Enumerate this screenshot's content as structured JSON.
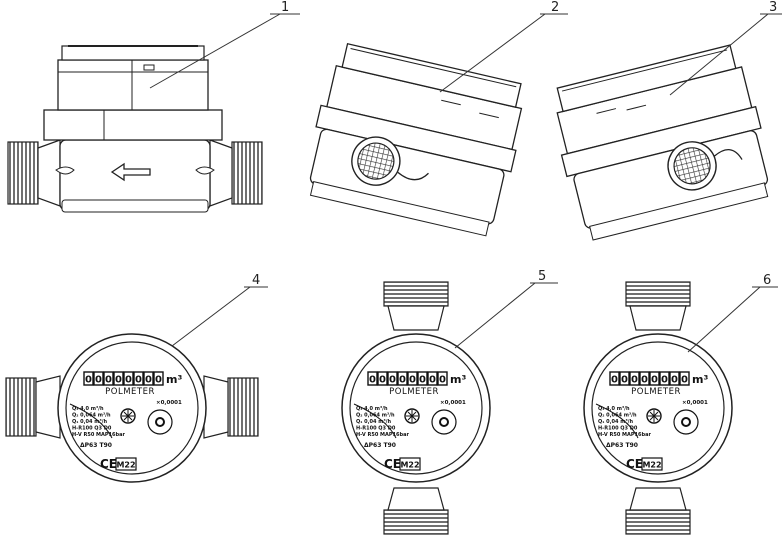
{
  "views": [
    {
      "label": "1"
    },
    {
      "label": "2"
    },
    {
      "label": "3"
    },
    {
      "label": "4"
    },
    {
      "label": "5"
    },
    {
      "label": "6"
    }
  ],
  "dial": {
    "digits": [
      "0",
      "0",
      "0",
      "0",
      "0",
      "0",
      "0",
      "0"
    ],
    "unit": "m³",
    "brand": "POLMETER",
    "resolution": "×0,0001",
    "specs": [
      "Q₃ 4,0 m³/h",
      "Q₂ 0,064 m³/h",
      "Q₁ 0,04 m³/h",
      "H-R100 Q3 D0",
      "H-V R50 MAP16bar"
    ],
    "class": "ΔP63 T90",
    "ce": "CE",
    "mark": "M22"
  }
}
